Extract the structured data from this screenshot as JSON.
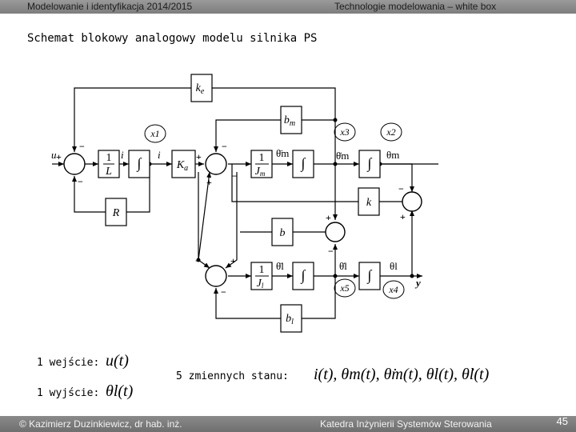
{
  "header": {
    "left": "Modelowanie i identyfikacja 2014/2015",
    "right": "Technologie modelowania – white box"
  },
  "slide_title": "Schemat blokowy analogowy modelu silnika PS",
  "diagram": {
    "blocks": {
      "ke": "k",
      "ke_sub": "e",
      "bm": "b",
      "bm_sub": "m",
      "one_over_L_num": "1",
      "one_over_L_den": "L",
      "ka": "K",
      "ka_sub": "a",
      "one_over_Jm_num": "1",
      "one_over_Jm_den": "J",
      "one_over_Jm_sub": "m",
      "R": "R",
      "k": "k",
      "b": "b",
      "one_over_Jl_num": "1",
      "one_over_Jl_den": "J",
      "one_over_Jl_sub": "l",
      "bl": "b",
      "bl_sub": "l",
      "integral": "∫"
    },
    "signals": {
      "u": "u",
      "i1": "i",
      "i2": "i",
      "theta_m_dd": "θ̈m",
      "theta_m_d": "θ̇m",
      "theta_m": "θm",
      "theta_l_dd": "θ̈l",
      "theta_l_d": "θ̇l",
      "theta_l": "θl",
      "y": "y"
    },
    "states": {
      "x1": "x1",
      "x2": "x2",
      "x3": "x3",
      "x4": "x4",
      "x5": "x5"
    },
    "signs": {
      "plus": "+",
      "minus": "−"
    }
  },
  "inputs_label": "1 wejście:",
  "input_expr": "u(t)",
  "outputs_label": "1 wyjście:",
  "output_expr": "θl(t)",
  "states_label": "5 zmiennych stanu:",
  "states_expr": "i(t), θm(t), θ̇m(t), θl(t), θ̇l(t)",
  "footer": {
    "left": "© Kazimierz Duzinkiewicz, dr hab. inż.",
    "right": "Katedra Inżynierii Systemów Sterowania",
    "page": "45"
  }
}
